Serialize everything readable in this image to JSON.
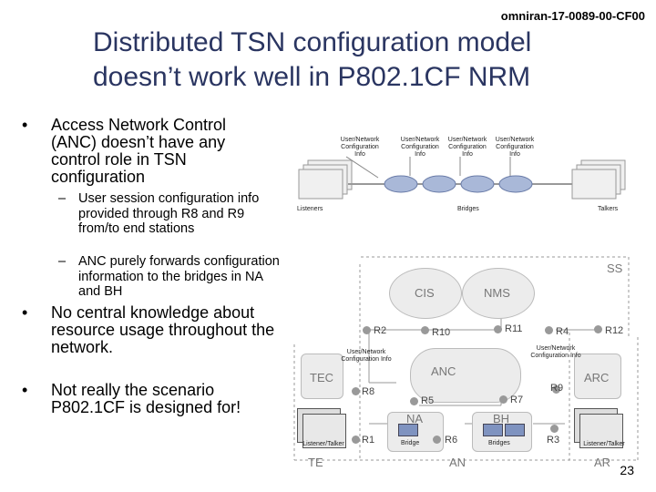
{
  "doc_id": "omniran-17-0089-00-CF00",
  "title": "Distributed TSN configuration model doesn’t work well in P802.1CF NRM",
  "bullets": {
    "b1": "Access Network Control (ANC) doesn’t have any control role in TSN configuration",
    "b1_sub1": "User session configuration info provided through R8 and R9 from/to end stations",
    "b1_sub2": "ANC purely forwards configuration information to the bridges in NA and BH",
    "b2": "No central knowledge about resource usage throughout the network.",
    "b3": "Not really the scenario P802.1CF is designed for!"
  },
  "top_diagram": {
    "config_info": [
      "User/Network Configuration Info",
      "User/Network Configuration Info",
      "User/Network Configuration Info",
      "User/Network Configuration Info"
    ],
    "listeners": "Listeners",
    "bridges": "Bridges",
    "talkers": "Talkers"
  },
  "nrm": {
    "ss": "SS",
    "cis": "CIS",
    "nms": "NMS",
    "anc": "ANC",
    "arc": "ARC",
    "tec": "TEC",
    "na": "NA",
    "bh": "BH",
    "te": "TE",
    "an": "AN",
    "ar": "AR",
    "r2": "R2",
    "r10": "R10",
    "r11": "R11",
    "r4": "R4",
    "r12": "R12",
    "r8": "R8",
    "r5": "R5",
    "r7": "R7",
    "r9": "R9",
    "r1": "R1",
    "r6": "R6",
    "r3": "R3",
    "config_left": "User/Network Configuration Info",
    "config_right": "User/Network Configuration Info",
    "listener_talker_left": "Listener/Talker",
    "listener_talker_right": "Listener/Talker",
    "bridge_na": "Bridge",
    "bridges_bh": "Bridges"
  },
  "page_number": "23"
}
